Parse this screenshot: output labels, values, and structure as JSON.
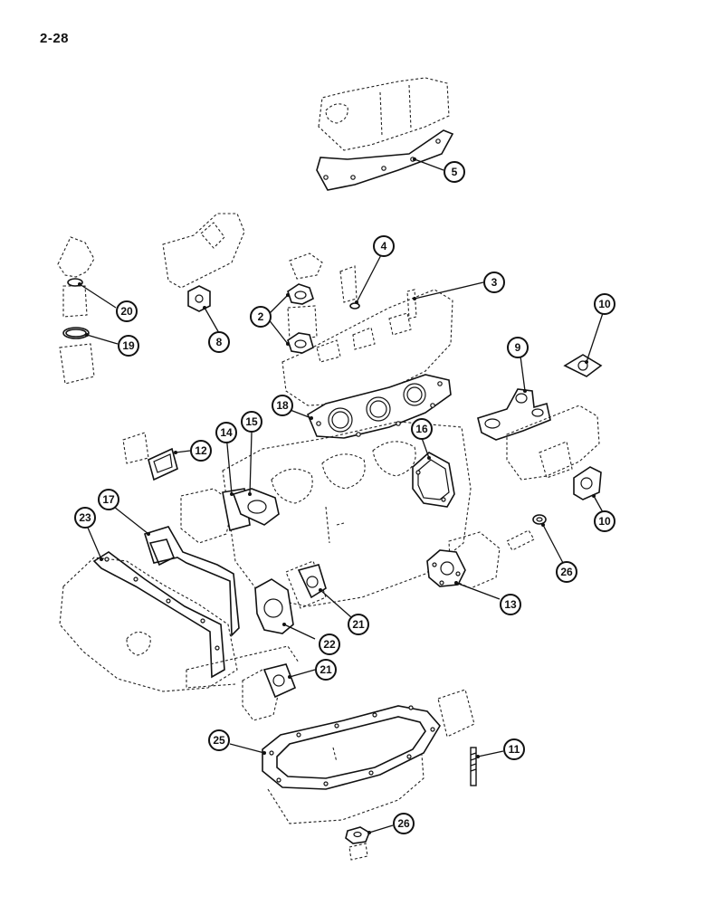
{
  "page": {
    "number": "2-28"
  },
  "callouts": [
    {
      "id": "c5",
      "label": "5"
    },
    {
      "id": "c4",
      "label": "4"
    },
    {
      "id": "c3",
      "label": "3"
    },
    {
      "id": "c2",
      "label": "2"
    },
    {
      "id": "c8",
      "label": "8"
    },
    {
      "id": "c20",
      "label": "20"
    },
    {
      "id": "c19",
      "label": "19"
    },
    {
      "id": "c10a",
      "label": "10"
    },
    {
      "id": "c9",
      "label": "9"
    },
    {
      "id": "c18",
      "label": "18"
    },
    {
      "id": "c12",
      "label": "12"
    },
    {
      "id": "c14",
      "label": "14"
    },
    {
      "id": "c15",
      "label": "15"
    },
    {
      "id": "c16",
      "label": "16"
    },
    {
      "id": "c10b",
      "label": "10"
    },
    {
      "id": "c17",
      "label": "17"
    },
    {
      "id": "c23",
      "label": "23"
    },
    {
      "id": "c26a",
      "label": "26"
    },
    {
      "id": "c13",
      "label": "13"
    },
    {
      "id": "c21a",
      "label": "21"
    },
    {
      "id": "c22",
      "label": "22"
    },
    {
      "id": "c21b",
      "label": "21"
    },
    {
      "id": "c25",
      "label": "25"
    },
    {
      "id": "c11",
      "label": "11"
    },
    {
      "id": "c26b",
      "label": "26"
    }
  ]
}
